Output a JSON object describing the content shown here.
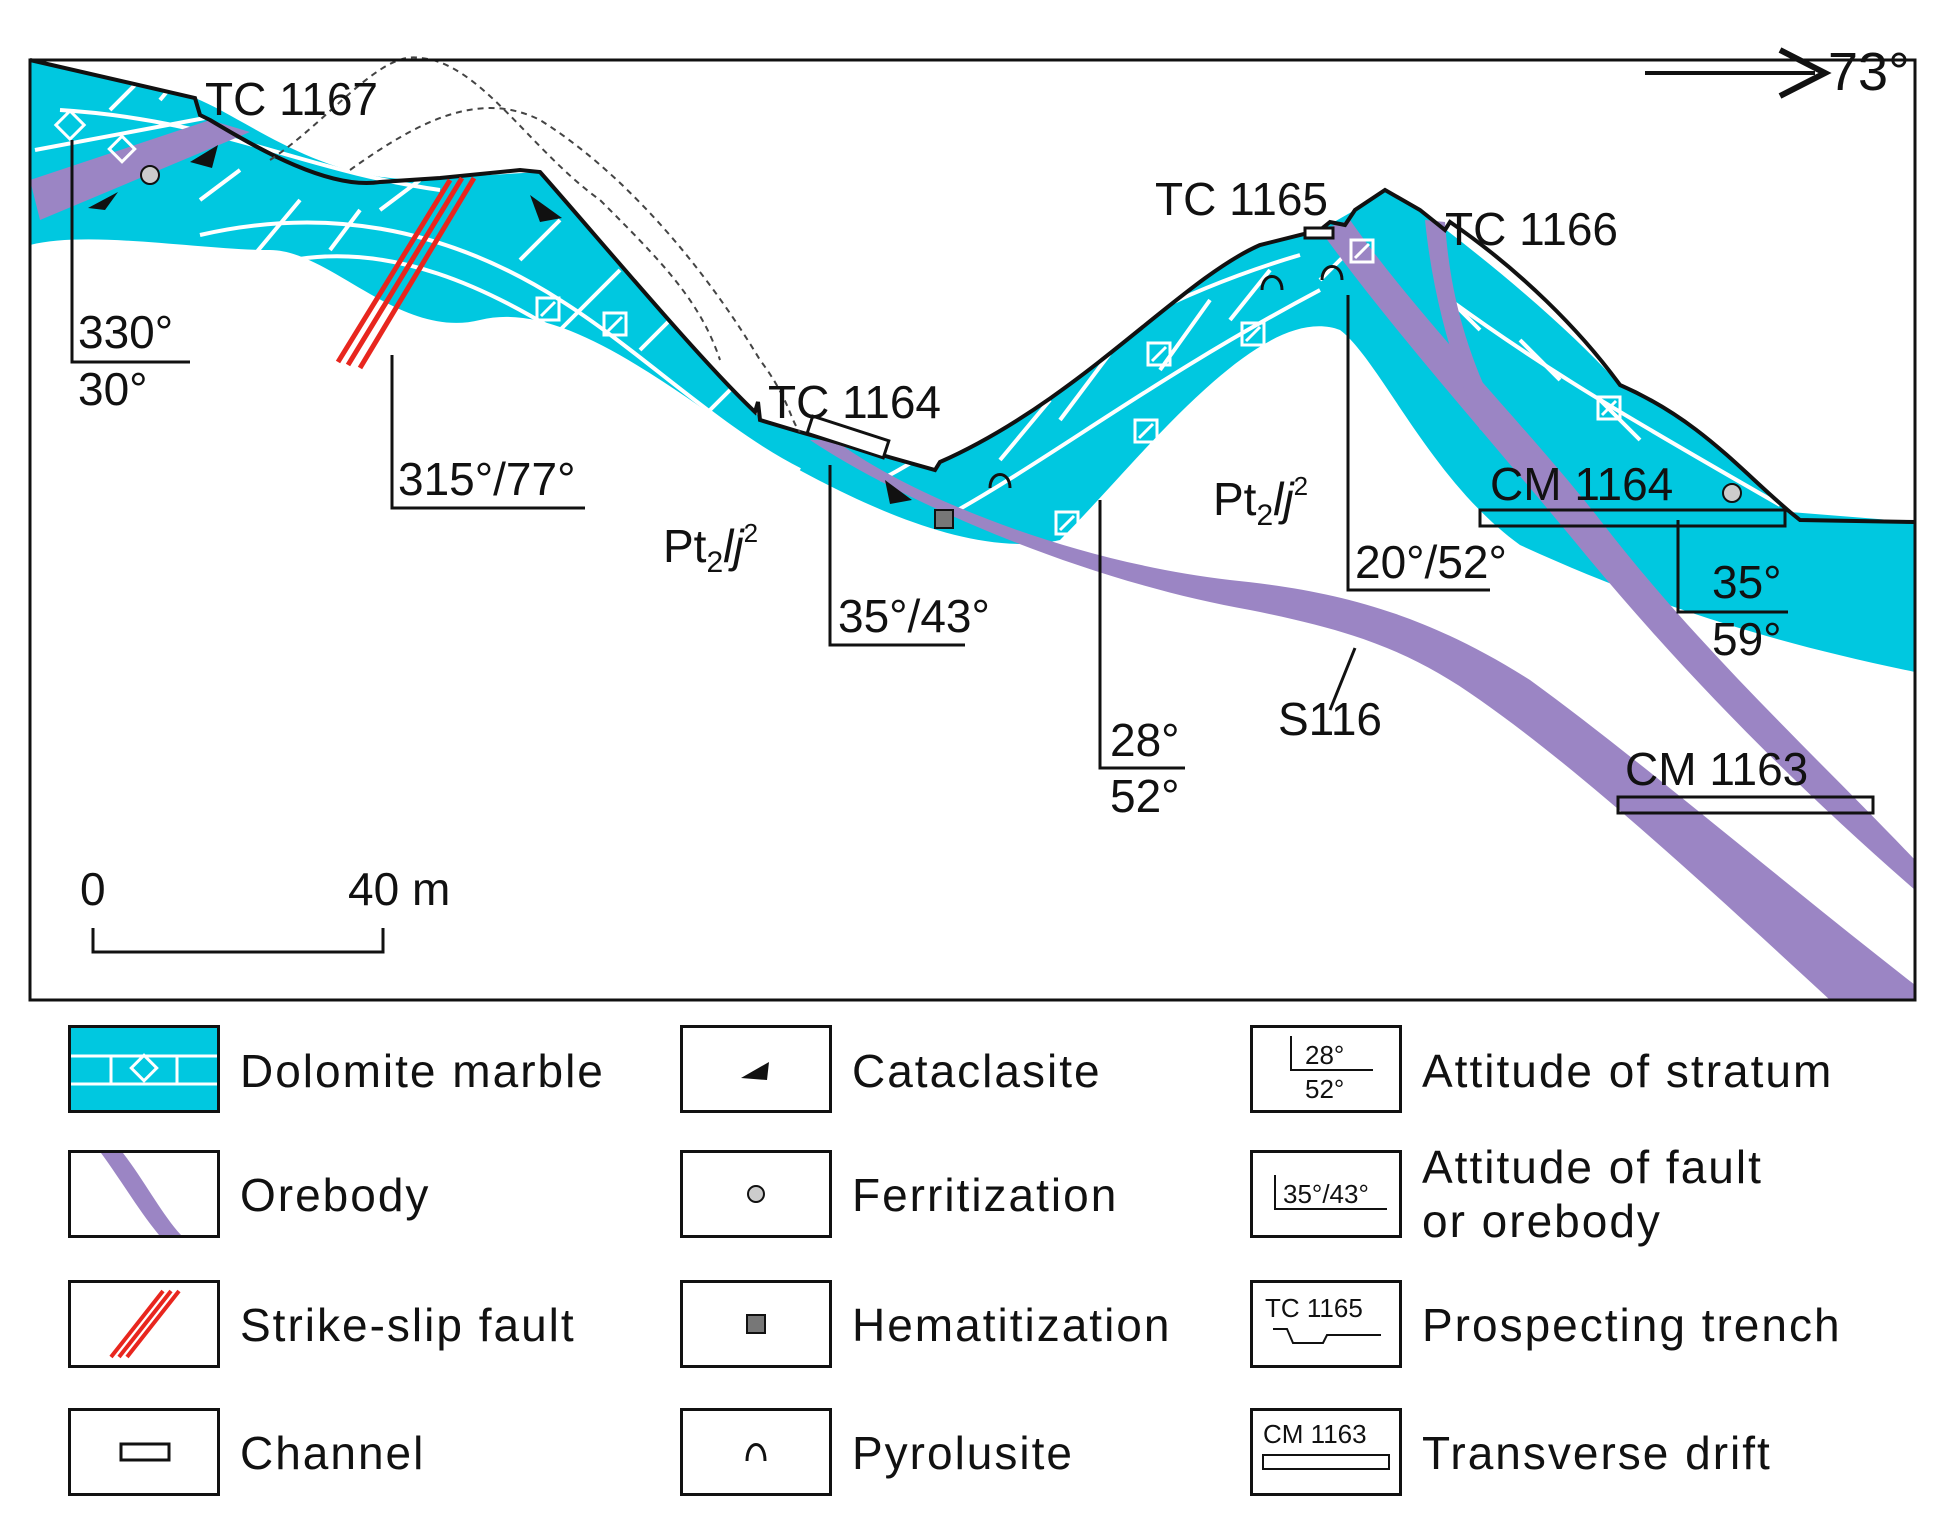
{
  "north_arrow": {
    "label": "73°"
  },
  "trenches": [
    {
      "label": "TC 1167"
    },
    {
      "label": "TC 1165"
    },
    {
      "label": "TC 1166"
    },
    {
      "label": "TC 1164"
    }
  ],
  "drifts": [
    {
      "label": "CM 1164"
    },
    {
      "label": "CM 1163"
    }
  ],
  "strata_attitudes": [
    {
      "dir": "330°",
      "dip": "30°"
    },
    {
      "dir": "28°",
      "dip": "52°"
    },
    {
      "dir": "35°",
      "dip": "59°"
    }
  ],
  "fault_attitudes": [
    {
      "value": "315°/77°"
    },
    {
      "value": "35°/43°"
    },
    {
      "value": "20°/52°"
    }
  ],
  "formation_labels": [
    {
      "base": "Pt",
      "sub": "2",
      "italic": "lj",
      "sup": "2"
    },
    {
      "base": "Pt",
      "sub": "2",
      "italic": "lj",
      "sup": "2"
    }
  ],
  "orebody_label": "S116",
  "scale_bar": {
    "start": "0",
    "end": "40 m"
  },
  "colors": {
    "dolomite": "#00c8e0",
    "orebody": "#9b85c4",
    "fault": "#e8261e",
    "outline": "#111111"
  },
  "legend": [
    {
      "key": "dolomite",
      "icon": "dolomite-marble-swatch",
      "label": "Dolomite marble"
    },
    {
      "key": "orebody",
      "icon": "orebody-swatch",
      "label": "Orebody"
    },
    {
      "key": "fault",
      "icon": "strike-slip-fault-icon",
      "label": "Strike-slip fault"
    },
    {
      "key": "channel",
      "icon": "channel-icon",
      "label": "Channel"
    },
    {
      "key": "cataclasite",
      "icon": "cataclasite-icon",
      "label": "Cataclasite"
    },
    {
      "key": "ferritization",
      "icon": "ferritization-icon",
      "label": "Ferritization"
    },
    {
      "key": "hematitization",
      "icon": "hematitization-icon",
      "label": "Hematitization"
    },
    {
      "key": "pyrolusite",
      "icon": "pyrolusite-icon",
      "label": "Pyrolusite"
    },
    {
      "key": "stratum",
      "icon": "stratum-attitude-icon",
      "label": "Attitude of stratum",
      "icon_dir": "28°",
      "icon_dip": "52°"
    },
    {
      "key": "fault_attitude",
      "icon": "fault-attitude-icon",
      "label_line1": "Attitude of fault",
      "label_line2": "or orebody",
      "icon_value": "35°/43°"
    },
    {
      "key": "trench",
      "icon": "prospecting-trench-icon",
      "label": "Prospecting trench",
      "icon_label": "TC 1165"
    },
    {
      "key": "drift",
      "icon": "transverse-drift-icon",
      "label": "Transverse drift",
      "icon_label": "CM 1163"
    }
  ]
}
